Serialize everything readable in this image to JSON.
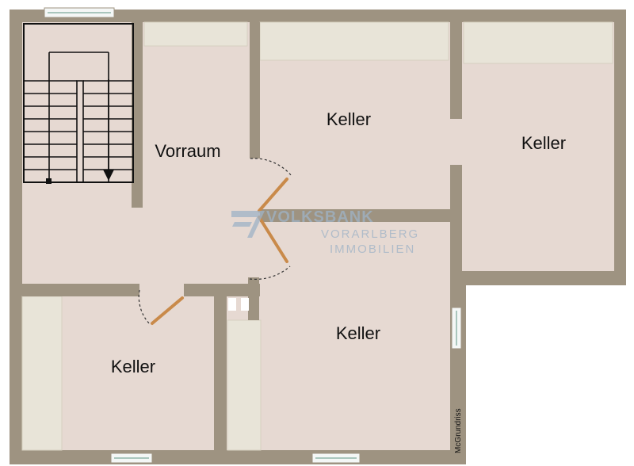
{
  "colors": {
    "wall": "#9e9381",
    "floor": "#e6d9d2",
    "cabinet": "#e8e4d8",
    "stairs": "#111111",
    "door": "#c98a4a",
    "logo": "#9fb3c7"
  },
  "rooms": {
    "vorraum": "Vorraum",
    "keller_top_middle": "Keller",
    "keller_top_right": "Keller",
    "keller_bottom_left": "Keller",
    "keller_bottom_middle": "Keller"
  },
  "watermark": {
    "line1": "VOLKSBANK",
    "line2": "VORARLBERG",
    "line3": "IMMOBILIEN"
  },
  "credit": "McGrundriss"
}
